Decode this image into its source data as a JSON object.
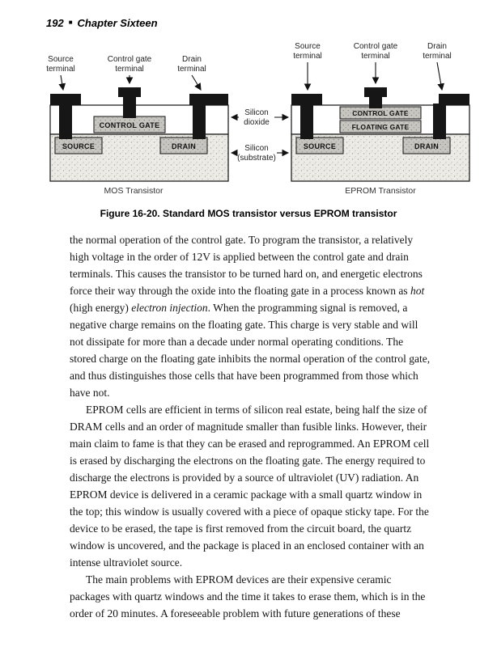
{
  "header": {
    "page_number": "192",
    "separator": "■",
    "chapter_title": "Chapter Sixteen"
  },
  "figure": {
    "caption": "Figure 16-20. Standard MOS transistor versus EPROM transistor",
    "mos": {
      "label": "MOS Transistor",
      "terminals": [
        {
          "line1": "Source",
          "line2": "terminal"
        },
        {
          "line1": "Control gate",
          "line2": "terminal"
        },
        {
          "line1": "Drain",
          "line2": "terminal"
        }
      ],
      "regions": {
        "control_gate": "CONTROL GATE",
        "source": "SOURCE",
        "drain": "DRAIN"
      }
    },
    "eprom": {
      "label": "EPROM Transistor",
      "terminals": [
        {
          "line1": "Source",
          "line2": "terminal"
        },
        {
          "line1": "Control gate",
          "line2": "terminal"
        },
        {
          "line1": "Drain",
          "line2": "terminal"
        }
      ],
      "regions": {
        "control_gate": "CONTROL GATE",
        "floating_gate": "FLOATING GATE",
        "source": "SOURCE",
        "drain": "DRAIN"
      }
    },
    "annotations": {
      "silicon_dioxide": {
        "line1": "Silicon",
        "line2": "dioxide"
      },
      "silicon_substrate": {
        "line1": "Silicon",
        "line2": "(substrate)"
      }
    }
  },
  "body": {
    "paragraph1": {
      "part1": "the normal operation of the control gate. To program the transistor, a relatively high voltage in the order of 12V is applied between the control gate and drain terminals. This causes the transistor to be turned hard on, and energetic electrons force their way through the oxide into the floating gate in a process known as ",
      "italic1": "hot",
      "part2": " (high energy) ",
      "italic2": "electron injection",
      "part3": ". When the programming signal is removed, a negative charge remains on the floating gate. This charge is very stable and will not dissipate for more than a decade under normal operating conditions. The stored charge on the floating gate inhibits the normal operation of the control gate, and thus distinguishes those cells that have been programmed from those which have not."
    },
    "paragraph2": "EPROM cells are efficient in terms of silicon real estate, being half the size of DRAM cells and an order of magnitude smaller than fusible links. However, their main claim to fame is that they can be erased and reprogrammed. An EPROM cell is erased by discharging the electrons on the floating gate. The energy required to discharge the electrons is provided by a source of ultraviolet (UV) radiation. An EPROM device is delivered in a ceramic package with a small quartz window in the top; this window is usually covered with a piece of opaque sticky tape. For the device to be erased, the tape is first removed from the circuit board, the quartz window is uncovered, and the package is placed in an enclosed container with an intense ultraviolet source.",
    "paragraph3": "The main problems with EPROM devices are their expensive ceramic packages with quartz windows and the time it takes to erase them, which is in the order of 20 minutes. A foreseeable problem with future generations of these"
  },
  "colors": {
    "ink": "#111111",
    "metal": "#161616",
    "substrate_fill": "#edebe6",
    "gate_fill": "#c7c5c0"
  }
}
